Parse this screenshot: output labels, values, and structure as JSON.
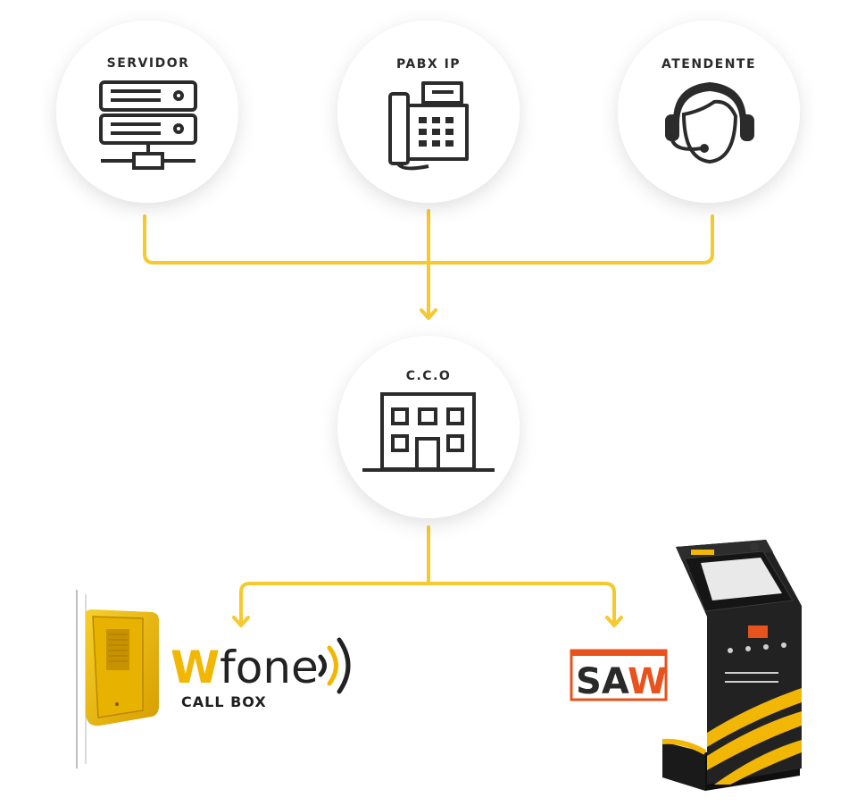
{
  "nodes": {
    "servidor": {
      "label": "SERVIDOR"
    },
    "pabx": {
      "label": "PABX IP"
    },
    "atendente": {
      "label": "ATENDENTE"
    },
    "cco": {
      "label": "C.C.O"
    }
  },
  "wfone": {
    "brand_w": "W",
    "brand_rest": "fone",
    "sub": "CALL BOX"
  },
  "saw": {
    "s": "S",
    "a": "A",
    "w": "W"
  },
  "icons": [
    "server-icon",
    "ip-phone-icon",
    "headset-attendant-icon",
    "building-icon",
    "call-box-image",
    "kiosk-image"
  ],
  "colors": {
    "connector": "#f6c92f",
    "circle": "#ffffff",
    "icon": "#2b2b2b",
    "brand_yellow": "#f2b705",
    "saw_orange": "#e8531d"
  }
}
